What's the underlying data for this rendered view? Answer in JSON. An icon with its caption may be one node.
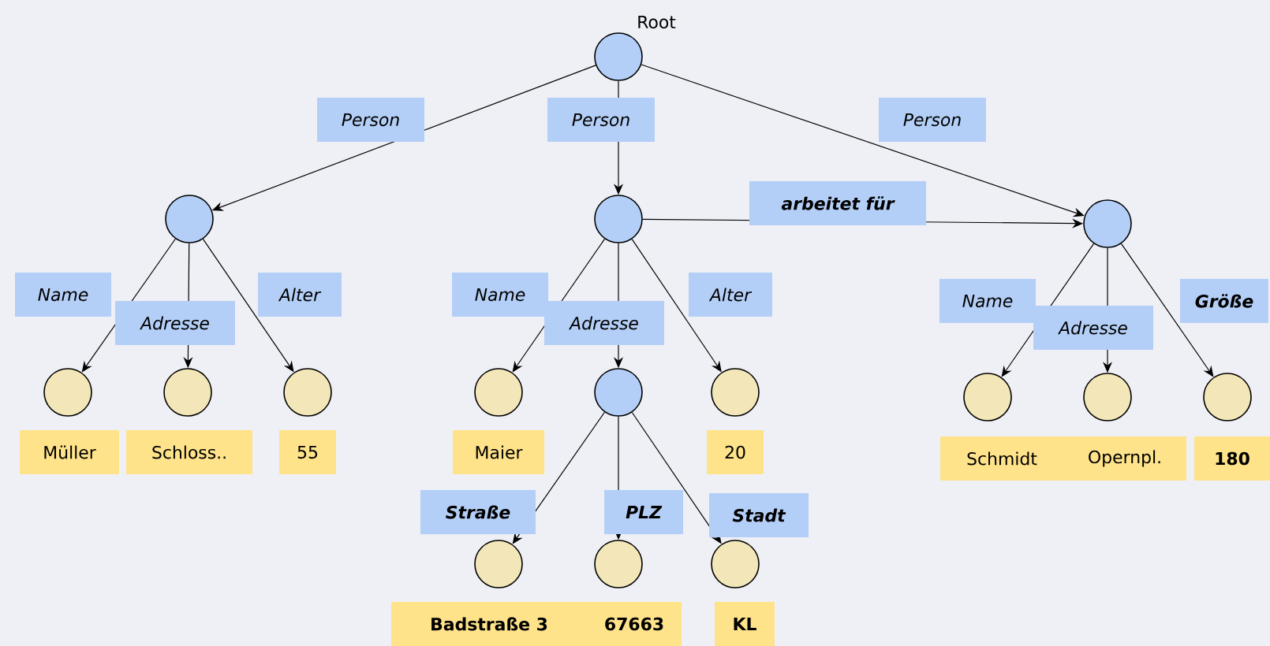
{
  "diagram": {
    "nodes": [
      {
        "text": [],
        "shape": "circle",
        "beside": [
          "Root"
        ]
      },
      {
        "text": [],
        "shape": "circle"
      },
      {
        "text": [],
        "shape": "circle"
      },
      {
        "text": [],
        "shape": "circle"
      },
      {
        "text": [],
        "shape": "circle"
      },
      {
        "text": [],
        "shape": "circle"
      },
      {
        "text": [],
        "shape": "circle"
      },
      {
        "text": [],
        "shape": "circle"
      },
      {
        "text": [],
        "shape": "circle"
      },
      {
        "text": [],
        "shape": "circle"
      },
      {
        "text": [],
        "shape": "circle"
      },
      {
        "text": [],
        "shape": "circle"
      },
      {
        "text": [],
        "shape": "circle"
      },
      {
        "text": [
          "Müller"
        ]
      },
      {
        "text": [
          "Schloss.."
        ]
      },
      {
        "text": [
          "55"
        ]
      },
      {
        "text": [
          "Maier"
        ]
      },
      {
        "text": [
          "20"
        ]
      },
      {
        "text": [
          "Schmidt"
        ]
      },
      {
        "text": [
          "Opernpl."
        ]
      },
      {
        "text": [
          "180"
        ]
      },
      {
        "text": [],
        "shape": "circle"
      },
      {
        "text": [],
        "shape": "circle"
      },
      {
        "text": [],
        "shape": "circle"
      },
      {
        "text": [
          "Badstraße 3"
        ]
      },
      {
        "text": [
          "67663"
        ]
      },
      {
        "text": [
          "KL"
        ]
      }
    ],
    "edges": [
      {
        "from": 0,
        "to": 1,
        "arrow": "to",
        "label": "Person"
      },
      {
        "from": 0,
        "to": 2,
        "arrow": "to",
        "label": "Person"
      },
      {
        "from": 0,
        "to": 3,
        "arrow": "to",
        "label": "Person"
      },
      {
        "from": 2,
        "to": 3,
        "arrow": "to",
        "label": "arbeitet für"
      },
      {
        "from": 1,
        "to": 4,
        "arrow": "to",
        "label": "Name"
      },
      {
        "from": 1,
        "to": 5,
        "arrow": "to",
        "label": "Adresse"
      },
      {
        "from": 1,
        "to": 6,
        "arrow": "to",
        "label": "Alter"
      },
      {
        "from": 2,
        "to": 7,
        "arrow": "to",
        "label": "Name"
      },
      {
        "from": 2,
        "to": 8,
        "arrow": "to",
        "label": "Adresse"
      },
      {
        "from": 2,
        "to": 9,
        "arrow": "to",
        "label": "Alter"
      },
      {
        "from": 3,
        "to": 10,
        "arrow": "to",
        "label": "Name"
      },
      {
        "from": 3,
        "to": 11,
        "arrow": "to",
        "label": "Adresse"
      },
      {
        "from": 3,
        "to": 12,
        "arrow": "to",
        "label": "Größe"
      },
      {
        "from": 8,
        "to": 21,
        "arrow": "to",
        "label": "Straße"
      },
      {
        "from": 8,
        "to": 22,
        "arrow": "to",
        "label": "PLZ"
      },
      {
        "from": 8,
        "to": 23,
        "arrow": "to",
        "label": "Stadt"
      }
    ]
  }
}
